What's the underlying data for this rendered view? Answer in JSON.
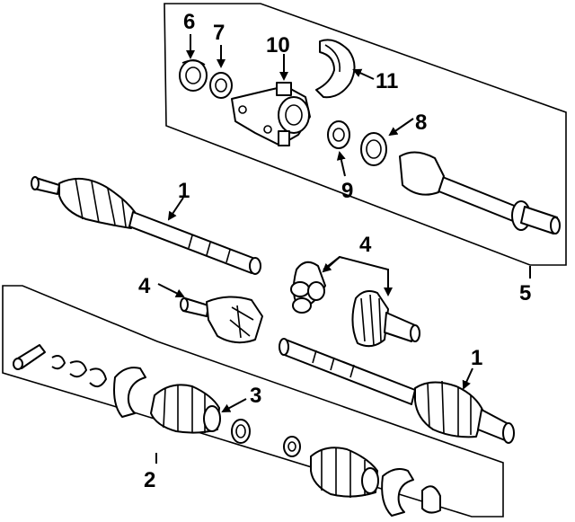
{
  "callouts": {
    "c1a": "1",
    "c1b": "1",
    "c2": "2",
    "c3": "3",
    "c4a": "4",
    "c4b": "4",
    "c5": "5",
    "c6": "6",
    "c7": "7",
    "c8": "8",
    "c9": "9",
    "c10": "10",
    "c11": "11"
  }
}
